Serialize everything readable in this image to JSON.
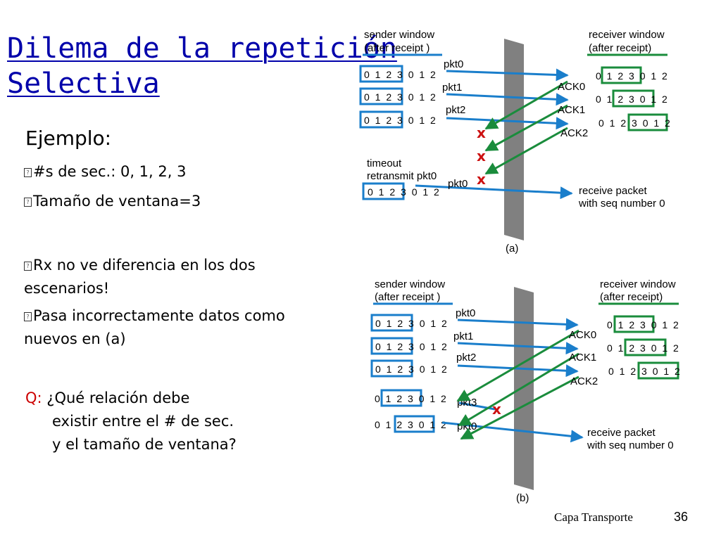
{
  "slide": {
    "title_line1": "Dilema de la repetición",
    "title_line2": "Selectiva",
    "example_heading": "Ejemplo:",
    "bullet_glyph": "?",
    "bullets": [
      "#s de sec.: 0, 1, 2, 3",
      "Tamaño de ventana=3",
      "Rx no ve diferencia en los dos escenarios!",
      "Pasa incorrectamente datos como nuevos en (a)"
    ],
    "question_prefix": "Q:",
    "question_line1": "¿Qué relación debe",
    "question_line2": "existir entre el # de sec.",
    "question_line3": "y el tamaño de ventana?",
    "footer_text": "Capa Transporte",
    "page_number": "36"
  },
  "colors": {
    "title": "#0000aa",
    "sender_box": "#1a7ecb",
    "receiver_box": "#1a8c3c",
    "packet_arrow": "#1a7ecb",
    "ack_arrow": "#1a8c3c",
    "loss_marker": "#cc1111",
    "barrier": "#808080",
    "question_mark": "#cc0000"
  },
  "diagram_a": {
    "caption": "(a)",
    "sender_header": [
      "sender window",
      "(after receipt )"
    ],
    "receiver_header": [
      "receiver window",
      "(after receipt)"
    ],
    "sender_rows": [
      "0 1 2 3 0 1 2",
      "0 1 2 3 0 1 2",
      "0 1 2 3 0 1 2",
      "0 1 2 3 0 1 2"
    ],
    "receiver_rows": [
      "0 1 2 3 0 1 2",
      "0 1 2 3 0 1 2",
      "0 1 2 3 0 1 2"
    ],
    "packets": [
      "pkt0",
      "pkt1",
      "pkt2",
      "pkt0"
    ],
    "acks": [
      "ACK0",
      "ACK1",
      "ACK2"
    ],
    "timeout_label": [
      "timeout",
      "retransmit pkt0"
    ],
    "receive_label": [
      "receive packet",
      "with seq number 0"
    ],
    "loss_marker": "x"
  },
  "diagram_b": {
    "caption": "(b)",
    "sender_header": [
      "sender window",
      "(after receipt )"
    ],
    "receiver_header": [
      "receiver window",
      "(after receipt)"
    ],
    "sender_rows": [
      "0 1 2 3 0 1 2",
      "0 1 2 3 0 1 2",
      "0 1 2 3 0 1 2",
      "0 1 2 3 0 1 2",
      "0 1 2 3 0 1 2"
    ],
    "receiver_rows": [
      "0 1 2 3 0 1 2",
      "0 1 2 3 0 1 2",
      "0 1 2 3 0 1 2"
    ],
    "packets": [
      "pkt0",
      "pkt1",
      "pkt2",
      "pkt3",
      "pkt0"
    ],
    "acks": [
      "ACK0",
      "ACK1",
      "ACK2"
    ],
    "receive_label": [
      "receive packet",
      "with seq number 0"
    ],
    "loss_marker": "x"
  }
}
